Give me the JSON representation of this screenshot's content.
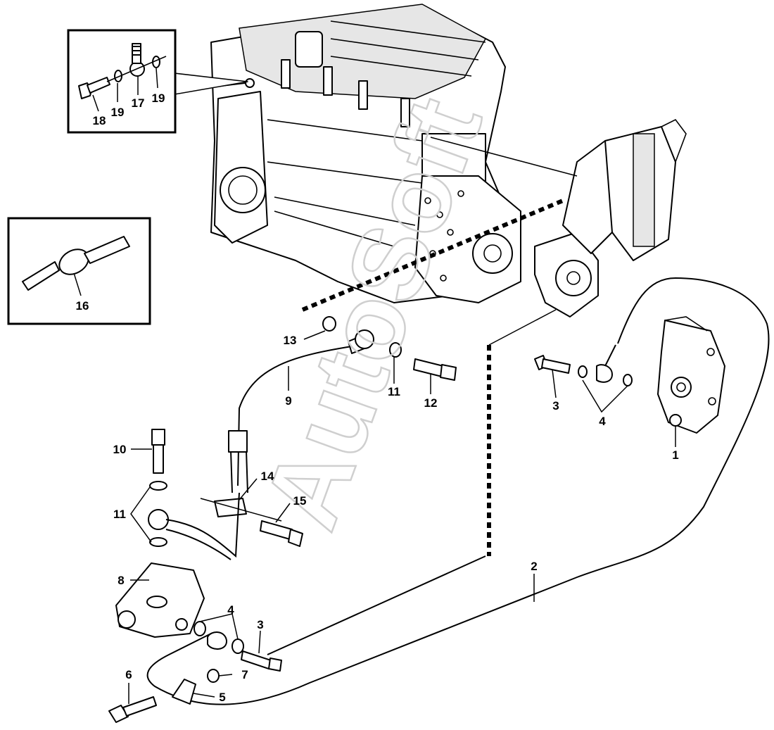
{
  "watermark": "AutoSoft",
  "callouts": [
    {
      "id": "1",
      "text": "1"
    },
    {
      "id": "2",
      "text": "2"
    },
    {
      "id": "3a",
      "text": "3"
    },
    {
      "id": "3b",
      "text": "3"
    },
    {
      "id": "4a",
      "text": "4"
    },
    {
      "id": "4b",
      "text": "4"
    },
    {
      "id": "5",
      "text": "5"
    },
    {
      "id": "6",
      "text": "6"
    },
    {
      "id": "7",
      "text": "7"
    },
    {
      "id": "8",
      "text": "8"
    },
    {
      "id": "9",
      "text": "9"
    },
    {
      "id": "10",
      "text": "10"
    },
    {
      "id": "11a",
      "text": "11"
    },
    {
      "id": "11b",
      "text": "11"
    },
    {
      "id": "12",
      "text": "12"
    },
    {
      "id": "13",
      "text": "13"
    },
    {
      "id": "14",
      "text": "14"
    },
    {
      "id": "15",
      "text": "15"
    },
    {
      "id": "16",
      "text": "16"
    },
    {
      "id": "17",
      "text": "17"
    },
    {
      "id": "18",
      "text": "18"
    },
    {
      "id": "19a",
      "text": "19"
    },
    {
      "id": "19b",
      "text": "19"
    }
  ]
}
